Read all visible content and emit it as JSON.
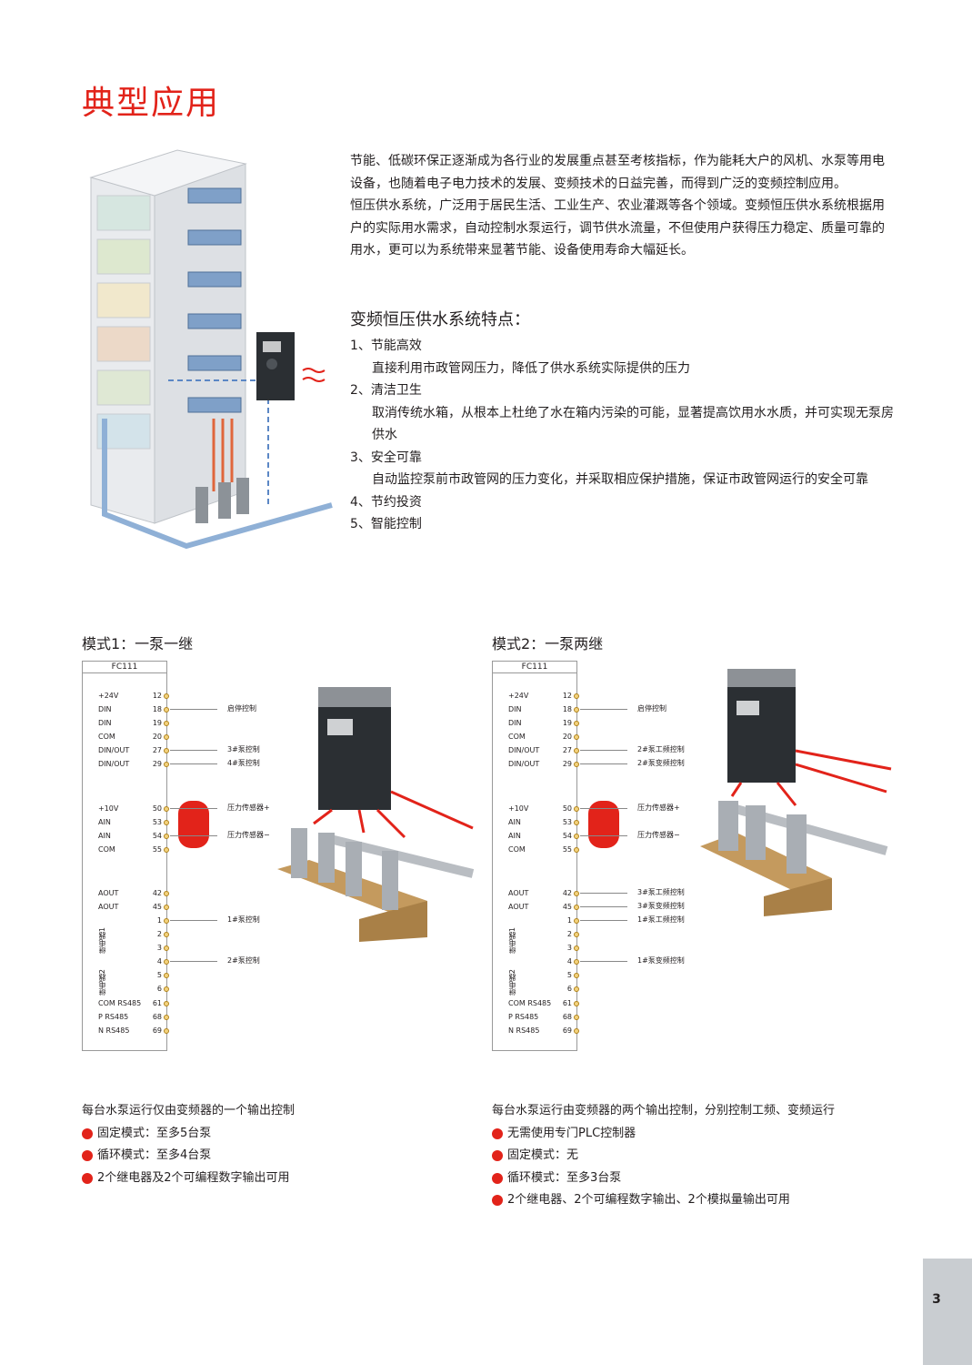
{
  "page": {
    "title": "典型应用",
    "page_number": "3"
  },
  "intro": [
    "节能、低碳环保正逐渐成为各行业的发展重点甚至考核指标，作为能耗大户的风机、水泵等用电设备，也随着电子电力技术的发展、变频技术的日益完善，而得到广泛的变频控制应用。",
    "恒压供水系统，广泛用于居民生活、工业生产、农业灌溉等各个领域。变频恒压供水系统根据用户的实际用水需求，自动控制水泵运行，调节供水流量，不但使用户获得压力稳定、质量可靠的用水，更可以为系统带来显著节能、设备使用寿命大幅延长。"
  ],
  "features": {
    "title": "变频恒压供水系统特点：",
    "items": [
      {
        "name": "1、节能高效",
        "desc": "直接利用市政管网压力，降低了供水系统实际提供的压力"
      },
      {
        "name": "2、清洁卫生",
        "desc": "取消传统水箱，从根本上杜绝了水在箱内污染的可能，显著提高饮用水水质，并可实现无泵房供水"
      },
      {
        "name": "3、安全可靠",
        "desc": "自动监控泵前市政管网的压力变化，并采取相应保护措施，保证市政管网运行的安全可靠"
      },
      {
        "name": "4、节约投资",
        "desc": ""
      },
      {
        "name": "5、智能控制",
        "desc": ""
      }
    ]
  },
  "terminal_rows": [
    {
      "label": "+24V",
      "num": "12"
    },
    {
      "label": "DIN",
      "num": "18"
    },
    {
      "label": "DIN",
      "num": "19"
    },
    {
      "label": "COM",
      "num": "20"
    },
    {
      "label": "DIN/OUT",
      "num": "27"
    },
    {
      "label": "DIN/OUT",
      "num": "29"
    },
    {
      "label": "+10V",
      "num": "50"
    },
    {
      "label": "AIN",
      "num": "53"
    },
    {
      "label": "AIN",
      "num": "54"
    },
    {
      "label": "COM",
      "num": "55"
    },
    {
      "label": "AOUT",
      "num": "42"
    },
    {
      "label": "AOUT",
      "num": "45"
    },
    {
      "label": "",
      "num": "1"
    },
    {
      "label": "",
      "num": "2"
    },
    {
      "label": "",
      "num": "3"
    },
    {
      "label": "",
      "num": "4"
    },
    {
      "label": "",
      "num": "5"
    },
    {
      "label": "",
      "num": "6"
    },
    {
      "label": "COM RS485",
      "num": "61"
    },
    {
      "label": "P RS485",
      "num": "68"
    },
    {
      "label": "N RS485",
      "num": "69"
    }
  ],
  "relay_labels": [
    "继电器1",
    "继电器2"
  ],
  "mode1": {
    "title": "模式1：一泵一继",
    "panel_header": "FC111",
    "signals": [
      "启停控制",
      "3#泵控制",
      "4#泵控制",
      "压力传感器+",
      "压力传感器−",
      "1#泵控制",
      "2#泵控制"
    ],
    "summary_head": "每台水泵运行仅由变频器的一个输出控制",
    "bullets": [
      "固定模式：至多5台泵",
      "循环模式：至多4台泵",
      "2个继电器及2个可编程数字输出可用"
    ]
  },
  "mode2": {
    "title": "模式2：一泵两继",
    "panel_header": "FC111",
    "signals": [
      "启停控制",
      "2#泵工频控制",
      "2#泵变频控制",
      "压力传感器+",
      "压力传感器−",
      "3#泵工频控制",
      "3#泵变频控制",
      "1#泵工频控制",
      "1#泵变频控制"
    ],
    "summary_head": "每台水泵运行由变频器的两个输出控制，分别控制工频、变频运行",
    "bullets": [
      "无需使用专门PLC控制器",
      "固定模式：无",
      "循环模式：至多3台泵",
      "2个继电器、2个可编程数字输出、2个模拟量输出可用"
    ]
  },
  "colors": {
    "accent": "#e2231a",
    "tab": "#c9cdd1",
    "drive_body": "#2b2f33"
  }
}
